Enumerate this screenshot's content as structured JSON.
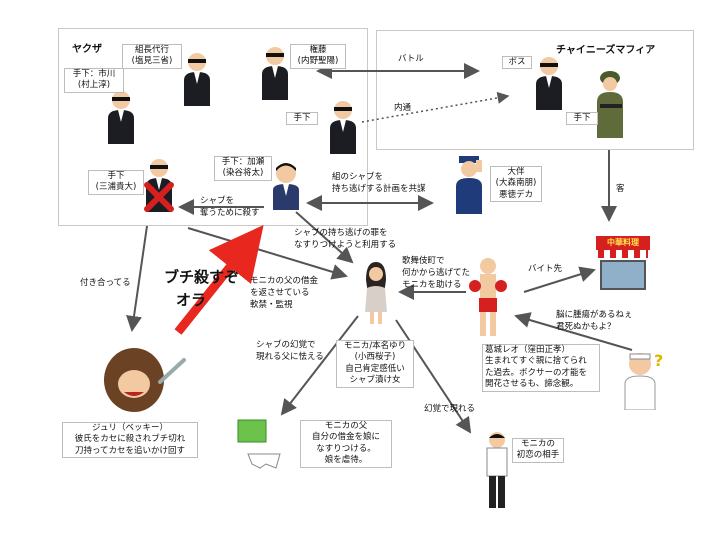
{
  "groups": {
    "yakuza": {
      "title": "ヤクザ"
    },
    "mafia": {
      "title": "チャイニーズマフィア"
    }
  },
  "people": {
    "kumicho": {
      "line1": "組長代行",
      "line2": "(塩見三省)"
    },
    "gondo": {
      "line1": "権藤",
      "line2": "(内野聖陽)"
    },
    "ichikawa": {
      "line1": "手下：市川",
      "line2": "(村上淳)"
    },
    "shita1": {
      "line1": "手下"
    },
    "boss": {
      "line1": "ボス"
    },
    "shita2": {
      "line1": "手下"
    },
    "miura": {
      "line1": "手下",
      "line2": "(三浦貴大)"
    },
    "kase": {
      "line1": "手下：加瀬",
      "line2": "(染谷将太)"
    },
    "otomo": {
      "line1": "大伴",
      "line2": "(大森南朋)",
      "line3": "悪徳デカ"
    },
    "monica": {
      "line1": "モニカ/本名ゆり",
      "line2": "(小西桜子)",
      "line3": "自己肯定感低い",
      "line4": "シャブ漬け女"
    },
    "leo": {
      "line1": "葛城レオ（窪田正孝）",
      "line2": "生まれてすぐ親に捨てられ",
      "line3": "た過去。ボクサーの才能を",
      "line4": "開花させるも、諦念観。"
    },
    "julie": {
      "line1": "ジュリ（ベッキー）",
      "line2": "彼氏をカセに殺されブチ切れ",
      "line3": "刀持ってカセを追いかけ回す"
    },
    "father": {
      "line1": "モニカの父",
      "line2": "自分の借金を娘に",
      "line3": "なすりつける。",
      "line4": "娘を虐待。"
    },
    "firstlove": {
      "line1": "モニカの",
      "line2": "初恋の相手"
    }
  },
  "edges": {
    "battle": "バトル",
    "naitsu": "内通",
    "kyaku": "客",
    "shabu_plan": "組のシャブを\n持ち逃げする計画を共謀",
    "ubau": "シャブを\n奪うために殺す",
    "nasuri": "シャブの持ち逃げの罪を\nなすりつけようと利用する",
    "kabukicho": "歌舞伎町で\n何かから逃げてた\nモニカを助ける",
    "baito": "バイト先",
    "shakkin": "モニカの父の借金\nを返させている\n軟禁・監視",
    "tsukiau": "付き合ってる",
    "shabu_genkaku": "シャブの幻覚で\n現れる父に怯える",
    "genkaku": "幻覚で現れる",
    "noushu": "脳に腫瘍があるねぇ\n君死ぬかもよ？"
  },
  "shout": {
    "line1": "ブチ殺すぞ",
    "line2": "オラ"
  },
  "restaurant_sign": "中華料理",
  "colors": {
    "red_arrow": "#e8271e",
    "suit": "#1b1d22",
    "police": "#1f3b7a",
    "army": "#5f6b3a"
  }
}
